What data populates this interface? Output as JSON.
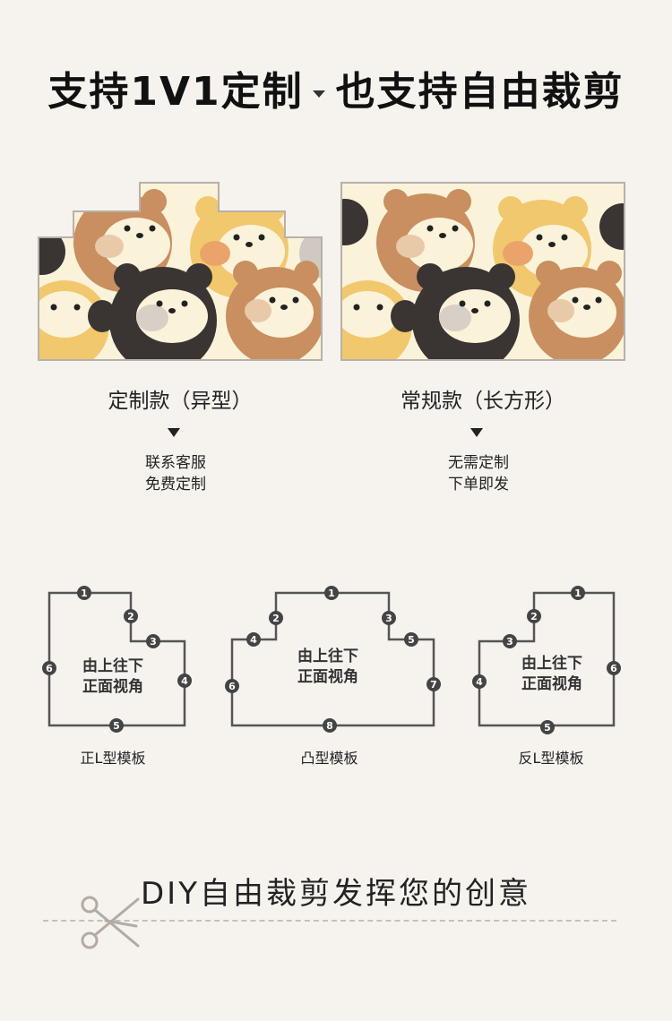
{
  "header": {
    "title_part1": "支持1V1定制",
    "title_part2": "也支持自由裁剪"
  },
  "products": [
    {
      "caption": "定制款（异型）",
      "note_line1": "联系客服",
      "note_line2": "免费定制"
    },
    {
      "caption": "常规款（长方形）",
      "note_line1": "无需定制",
      "note_line2": "下单即发"
    }
  ],
  "templates": [
    {
      "name": "正L型模板",
      "center_line1": "由上往下",
      "center_line2": "正面视角",
      "numbers": [
        "1",
        "2",
        "3",
        "4",
        "5",
        "6"
      ]
    },
    {
      "name": "凸型模板",
      "center_line1": "由上往下",
      "center_line2": "正面视角",
      "numbers": [
        "1",
        "2",
        "3",
        "4",
        "5",
        "6",
        "7",
        "8"
      ]
    },
    {
      "name": "反L型模板",
      "center_line1": "由上往下",
      "center_line2": "正面视角",
      "numbers": [
        "1",
        "2",
        "3",
        "4",
        "5",
        "6"
      ]
    }
  ],
  "footer": {
    "slogan": "DIY自由裁剪发挥您的创意"
  },
  "icons": [
    "triangle-down-icon",
    "scissors-icon",
    "bear-illustration"
  ],
  "colors": {
    "background": "#f6f3ef",
    "bear_tan": "#c98f60",
    "bear_yellow": "#f2c86e",
    "bear_dark": "#3a3533",
    "cream": "#fbf2da",
    "line": "#555555"
  }
}
